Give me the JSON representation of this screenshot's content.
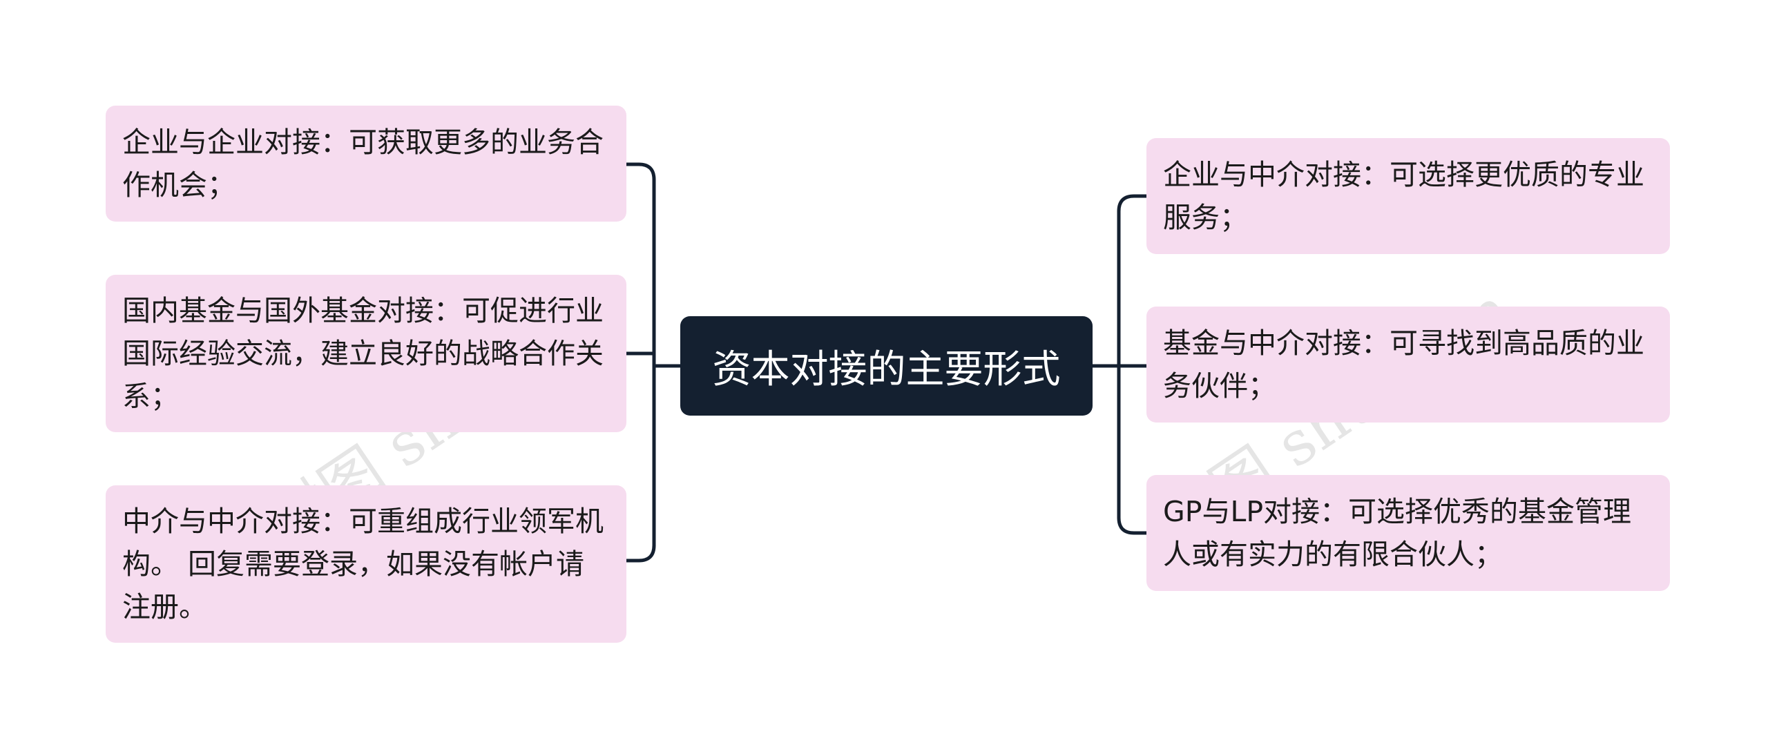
{
  "center": {
    "label": "资本对接的主要形式"
  },
  "left_nodes": [
    {
      "text": "企业与企业对接：可获取更多的业务合作机会；"
    },
    {
      "text": "国内基金与国外基金对接：可促进行业国际经验交流，建立良好的战略合作关系；"
    },
    {
      "text": "中介与中介对接：可重组成行业领军机构。 回复需要登录，如果没有帐户请注册。"
    }
  ],
  "right_nodes": [
    {
      "text": "企业与中介对接：可选择更优质的专业服务；"
    },
    {
      "text": "基金与中介对接：可寻找到高品质的业务伙伴；"
    },
    {
      "text": "GP与LP对接：可选择优秀的基金管理人或有实力的有限合伙人；"
    }
  ],
  "watermark": {
    "left": "树图 shutu.cn",
    "right": "树图 shutu.cn"
  },
  "colors": {
    "center_bg": "#142030",
    "node_bg": "#f6dcef",
    "line": "#142030"
  }
}
